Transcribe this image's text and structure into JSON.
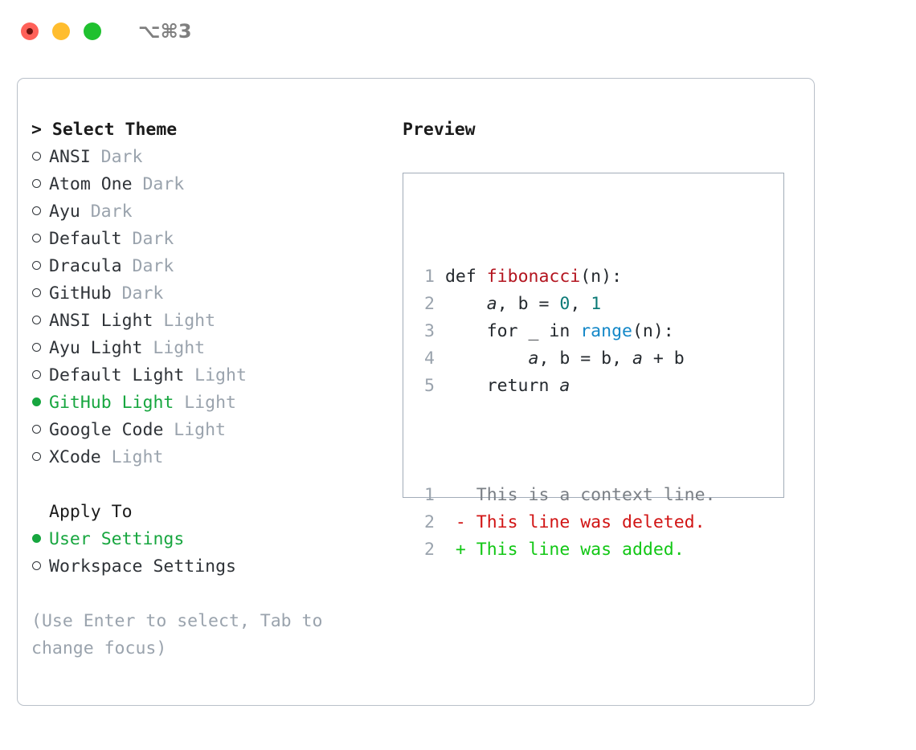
{
  "titlebar": {
    "shortcut": "⌥⌘3",
    "buttons": [
      {
        "name": "close",
        "color": "#ff6159"
      },
      {
        "name": "minimize",
        "color": "#ffbd2e"
      },
      {
        "name": "maximize",
        "color": "#1fc12f"
      }
    ]
  },
  "colors": {
    "accent_green": "#17a63f",
    "muted": "#9aa3ad",
    "text": "#2f3338",
    "panel_border": "#b9c0c9",
    "preview_border": "#a2acb8",
    "diff_add": "#12c715",
    "diff_del": "#d11414",
    "syntax_function": "#b3141f",
    "syntax_number": "#0c7a77",
    "syntax_builtin": "#1488c8"
  },
  "theme_list": {
    "header": "> Select Theme",
    "items": [
      {
        "label": "ANSI",
        "variant": "Dark",
        "selected": false
      },
      {
        "label": "Atom One",
        "variant": "Dark",
        "selected": false
      },
      {
        "label": "Ayu",
        "variant": "Dark",
        "selected": false
      },
      {
        "label": "Default",
        "variant": "Dark",
        "selected": false
      },
      {
        "label": "Dracula",
        "variant": "Dark",
        "selected": false
      },
      {
        "label": "GitHub",
        "variant": "Dark",
        "selected": false
      },
      {
        "label": "ANSI Light",
        "variant": "Light",
        "selected": false
      },
      {
        "label": "Ayu Light",
        "variant": "Light",
        "selected": false
      },
      {
        "label": "Default Light",
        "variant": "Light",
        "selected": false
      },
      {
        "label": "GitHub Light",
        "variant": "Light",
        "selected": true
      },
      {
        "label": "Google Code",
        "variant": "Light",
        "selected": false
      },
      {
        "label": "XCode",
        "variant": "Light",
        "selected": false
      }
    ]
  },
  "apply_to": {
    "header": "Apply To",
    "items": [
      {
        "label": "User Settings",
        "selected": true
      },
      {
        "label": "Workspace Settings",
        "selected": false
      }
    ]
  },
  "hint": "(Use Enter to select, Tab to change focus)",
  "preview": {
    "header": "Preview",
    "code_lines": [
      {
        "num": "1",
        "tokens": [
          {
            "t": "def ",
            "k": "plain"
          },
          {
            "t": "fibonacci",
            "k": "fn"
          },
          {
            "t": "(n):",
            "k": "plain"
          }
        ]
      },
      {
        "num": "2",
        "tokens": [
          {
            "t": "    ",
            "k": "plain"
          },
          {
            "t": "a",
            "k": "ital"
          },
          {
            "t": ", b = ",
            "k": "plain"
          },
          {
            "t": "0",
            "k": "num"
          },
          {
            "t": ", ",
            "k": "plain"
          },
          {
            "t": "1",
            "k": "num"
          }
        ]
      },
      {
        "num": "3",
        "tokens": [
          {
            "t": "    for _ in ",
            "k": "plain"
          },
          {
            "t": "range",
            "k": "call"
          },
          {
            "t": "(n):",
            "k": "plain"
          }
        ]
      },
      {
        "num": "4",
        "tokens": [
          {
            "t": "        ",
            "k": "plain"
          },
          {
            "t": "a",
            "k": "ital"
          },
          {
            "t": ", b = b, ",
            "k": "plain"
          },
          {
            "t": "a",
            "k": "ital"
          },
          {
            "t": " + b",
            "k": "plain"
          }
        ]
      },
      {
        "num": "5",
        "tokens": [
          {
            "t": "    return ",
            "k": "plain"
          },
          {
            "t": "a",
            "k": "ital"
          }
        ]
      }
    ],
    "diff_lines": [
      {
        "num": "1",
        "marker": " ",
        "text": "This is a context line.",
        "kind": "context"
      },
      {
        "num": "2",
        "marker": "-",
        "text": "This line was deleted.",
        "kind": "deleted"
      },
      {
        "num": "2",
        "marker": "+",
        "text": "This line was added.",
        "kind": "added"
      }
    ]
  }
}
